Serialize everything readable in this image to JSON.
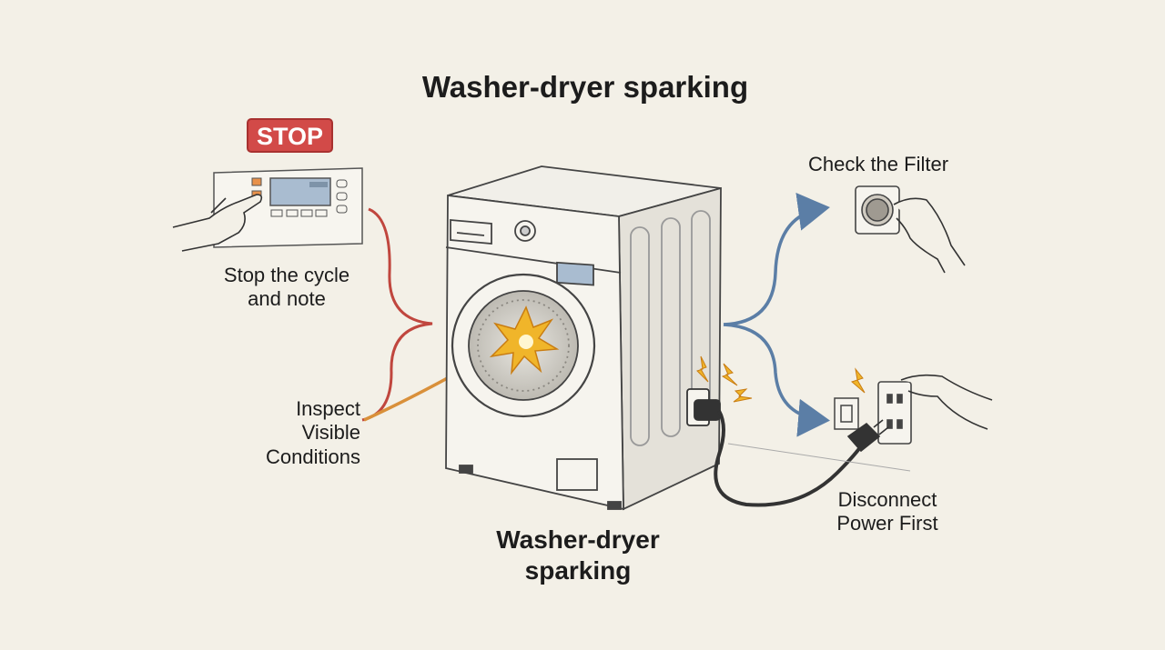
{
  "title": "Washer-dryer sparking",
  "stop_badge": "STOP",
  "labels": {
    "stop_cycle": "Stop the cycle\nand note",
    "inspect": "Inspect\nVisible\nConditions",
    "filter": "Check the Filter",
    "power": "Disconnect\nPower First",
    "center": "Washer-dryer\nsparking"
  },
  "colors": {
    "background": "#f3f0e7",
    "stop_red": "#d24a48",
    "bracket_red": "#c0463e",
    "arrow_orange": "#d9903a",
    "arrow_blue": "#5b7ea6",
    "spark": "#f0b52a"
  },
  "icons": [
    "control-panel",
    "washing-machine",
    "spark-icon",
    "filter-icon",
    "wall-outlet",
    "power-plug",
    "hand-icon"
  ]
}
